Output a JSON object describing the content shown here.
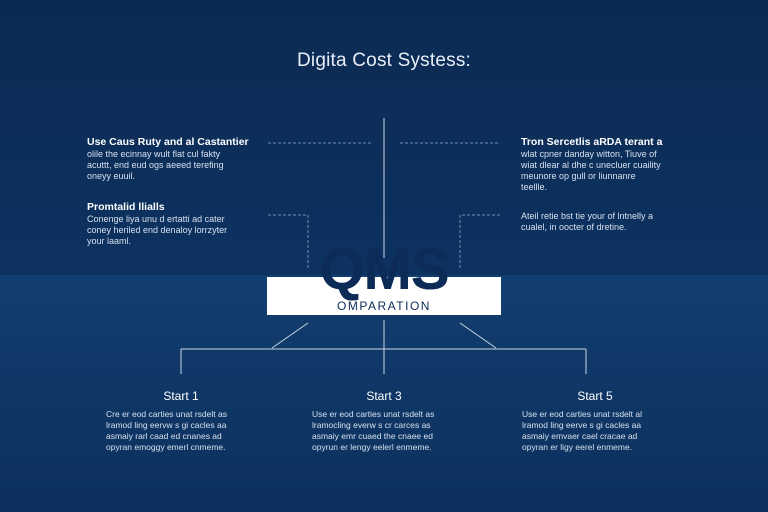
{
  "title": "Digita Cost Systess:",
  "left_blocks": [
    {
      "heading": "Use Caus Ruty and al Castantier",
      "text": "olile the ecinnay wult flat cul fakty\nacuttt, end eud ogs aeeed terefing\noneyy euuil."
    },
    {
      "heading": "Promtalid llialls",
      "text": "Conenge liya unu d ertatti ad cater\nconey heriled end denaloy lorrzyter\nyour laaml."
    }
  ],
  "right_blocks": [
    {
      "heading": "Tron Sercetlis aRDA terant a",
      "text": "wlat cpner danday witton, Tiuve of\nwiat dlear al dhe c unecluer cuaility\nmeunore op gull or liunnanre\nteellle."
    },
    {
      "heading": "",
      "text": "Ateil retie bst tie your of lntnelly a\ncualel, in oocter of dretine."
    }
  ],
  "logo": {
    "main": "QMS",
    "sub": "OMPARATION"
  },
  "starts": [
    {
      "title": "Start 1",
      "text": "Cre er eod carties unat rsdelt as\nlramod ling eervw s gi cacles aa\nasmaiy rarl caad ed cnanes ad\nopyran emoggy emerl cnmeme."
    },
    {
      "title": "Start 3",
      "text": "Use er eod carties unat rsdelt as\nlramocling everw s cr carces as\nasmaiy emr cuaed the cnaee ed\nopyrun er lengy eelerl enmeme."
    },
    {
      "title": "Start 5",
      "text": "Use er eod carties unat rsdelt al\nlramod ling eerve s gi cacles aa\nasmaiy emvaer cael cracae ad\nopyran er ligy eerel enmeme."
    }
  ]
}
